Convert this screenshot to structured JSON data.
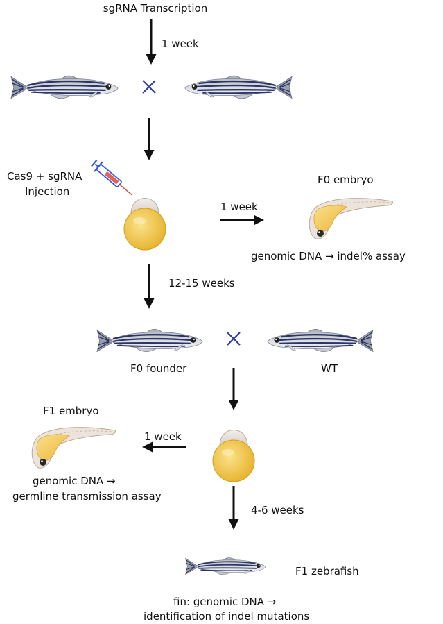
{
  "labels": {
    "sgrna_transcription": "sgRNA Transcription",
    "week_1_top": "1 week",
    "cas9_line1": "Cas9 + sgRNA",
    "cas9_line2": "Injection",
    "f0_embryo": "F0 embryo",
    "week_1_f0": "1 week",
    "f0_assay": "genomic DNA → indel% assay",
    "weeks_12_15": "12-15 weeks",
    "f0_founder": "F0 founder",
    "wt": "WT",
    "f1_embryo": "F1 embryo",
    "week_1_f1": "1 week",
    "f1_assay_line1": "genomic DNA →",
    "f1_assay_line2": "germline transmission assay",
    "weeks_4_6": "4-6 weeks",
    "f1_zebrafish": "F1 zebrafish",
    "fin_line1": "fin: genomic DNA →",
    "fin_line2": "identification of indel mutations"
  },
  "colors": {
    "arrow": "#111111",
    "cross": "#2f3f9a",
    "yolk": "#f2c94a",
    "chorion": "#e9e2de",
    "fish_stripe": "#2c3566",
    "fish_body": "#c9ccd3",
    "syringe": "#3a5bd9",
    "needle_fluid": "#d9483b"
  },
  "icons": {
    "fish": "zebrafish-icon",
    "cross": "cross-icon",
    "egg": "embryo-egg-icon",
    "larva": "larva-icon",
    "syringe": "syringe-icon"
  }
}
